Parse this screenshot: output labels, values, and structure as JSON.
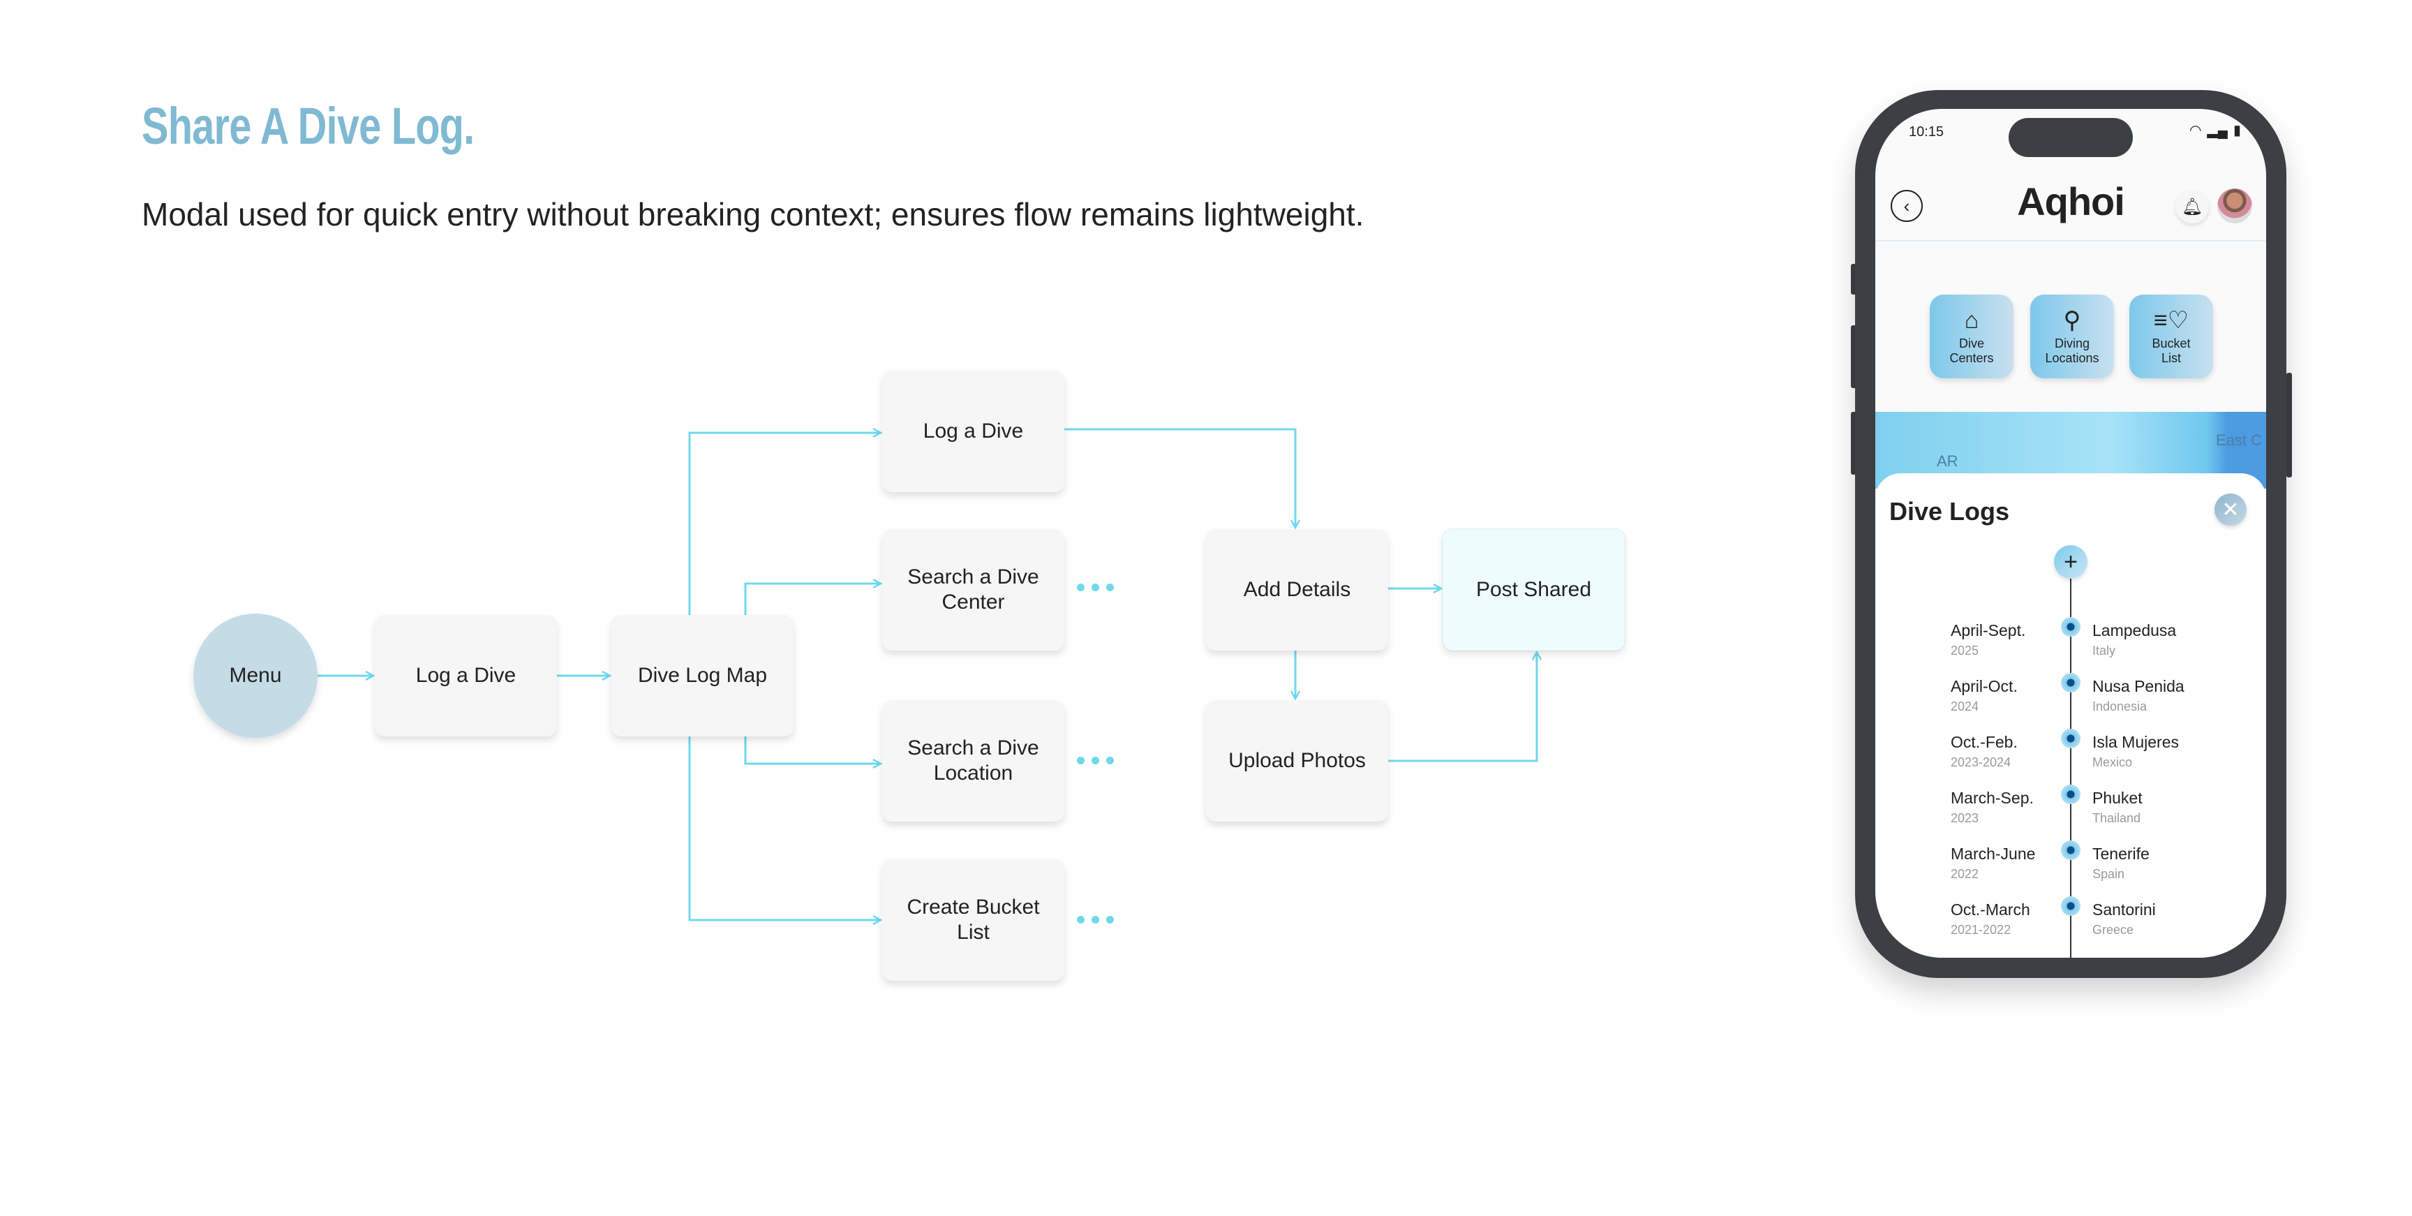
{
  "header": {
    "title": "Share A Dive Log.",
    "subtitle": "Modal used for quick entry without breaking context; ensures flow remains lightweight."
  },
  "flow": {
    "menu": "Menu",
    "log_a_dive_1": "Log a Dive",
    "dive_log_map": "Dive Log Map",
    "log_a_dive_2": "Log a Dive",
    "search_dive_center": "Search a Dive Center",
    "search_dive_location": "Search a Dive Location",
    "create_bucket_list": "Create Bucket List",
    "add_details": "Add Details",
    "upload_photos": "Upload Photos",
    "post_shared": "Post Shared",
    "connector_color": "#6fd8ee"
  },
  "phone": {
    "time": "10:15",
    "logo": "Aqhoi",
    "quick_actions": [
      {
        "label_1": "Dive",
        "label_2": "Centers",
        "icon": "store-icon"
      },
      {
        "label_1": "Diving",
        "label_2": "Locations",
        "icon": "map-pin-icon"
      },
      {
        "label_1": "Bucket",
        "label_2": "List",
        "icon": "list-heart-icon"
      }
    ],
    "map_labels": {
      "left": "AR",
      "right": "East C"
    },
    "modal": {
      "title": "Dive Logs",
      "entries": [
        {
          "dates": "April-Sept.",
          "year": "2025",
          "place": "Lampedusa",
          "country": "Italy"
        },
        {
          "dates": "April-Oct.",
          "year": "2024",
          "place": "Nusa Penida",
          "country": "Indonesia"
        },
        {
          "dates": "Oct.-Feb.",
          "year": "2023-2024",
          "place": "Isla Mujeres",
          "country": "Mexico"
        },
        {
          "dates": "March-Sep.",
          "year": "2023",
          "place": "Phuket",
          "country": "Thailand"
        },
        {
          "dates": "March-June",
          "year": "2022",
          "place": "Tenerife",
          "country": "Spain"
        },
        {
          "dates": "Oct.-March",
          "year": "2021-2022",
          "place": "Santorini",
          "country": "Greece"
        }
      ]
    }
  }
}
